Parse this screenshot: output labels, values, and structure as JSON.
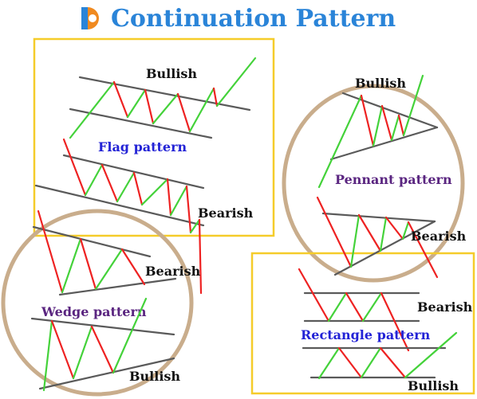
{
  "title": "Continuation Pattern",
  "colors": {
    "title": "#2a84d8",
    "frame_box": "#f5cc2a",
    "frame_ellipse": "#c9ad8c",
    "up_move": "#44d23a",
    "down_move": "#ee2222",
    "trendline": "#5a5a5a"
  },
  "logo": {
    "icon": "p-logo-icon"
  },
  "flag": {
    "name": "Flag pattern",
    "top_label": "Bullish",
    "bottom_label": "Bearish"
  },
  "pennant": {
    "name": "Pennant pattern",
    "top_label": "Bullish",
    "bottom_label": "Bearish"
  },
  "wedge": {
    "name": "Wedge pattern",
    "top_label": "Bearish",
    "bottom_label": "Bullish"
  },
  "rectangle": {
    "name": "Rectangle pattern",
    "top_label": "Bearish",
    "bottom_label": "Bullish"
  }
}
